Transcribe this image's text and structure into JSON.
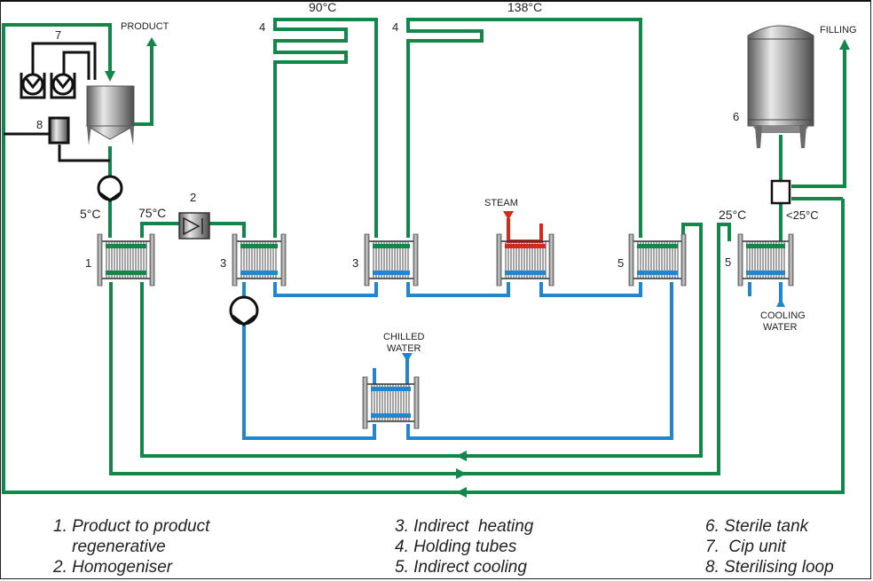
{
  "colors": {
    "product": "#13864a",
    "hot_water": "#1f86cf",
    "steam": "#d42a1e",
    "cip": "#111111",
    "steel": "#9a9a9a"
  },
  "labels": {
    "product": "PRODUCT",
    "filling": "FILLING",
    "steam": "STEAM",
    "chilled_water_1": "CHILLED",
    "chilled_water_2": "WATER",
    "cooling_water_1": "COOLING",
    "cooling_water_2": "WATER"
  },
  "temperatures": {
    "t_5": "5°C",
    "t_75": "75°C",
    "t_90": "90°C",
    "t_138": "138°C",
    "t_25": "25°C",
    "t_lt25": "<25°C"
  },
  "component_numbers": {
    "hx1": "1",
    "homogeniser": "2",
    "hx3a": "3",
    "hx3b": "3",
    "hold4a": "4",
    "hold4b": "4",
    "hx5a": "5",
    "hx5b": "5",
    "tank6": "6",
    "cip7": "7",
    "loop8": "8"
  },
  "legend": {
    "col1": [
      "1. Product to product",
      "    regenerative",
      "2. Homogeniser"
    ],
    "col2": [
      "3. Indirect  heating",
      "4. Holding tubes",
      "5. Indirect cooling"
    ],
    "col3": [
      "6. Sterile tank",
      "7.  Cip unit",
      "8. Sterilising loop"
    ]
  }
}
